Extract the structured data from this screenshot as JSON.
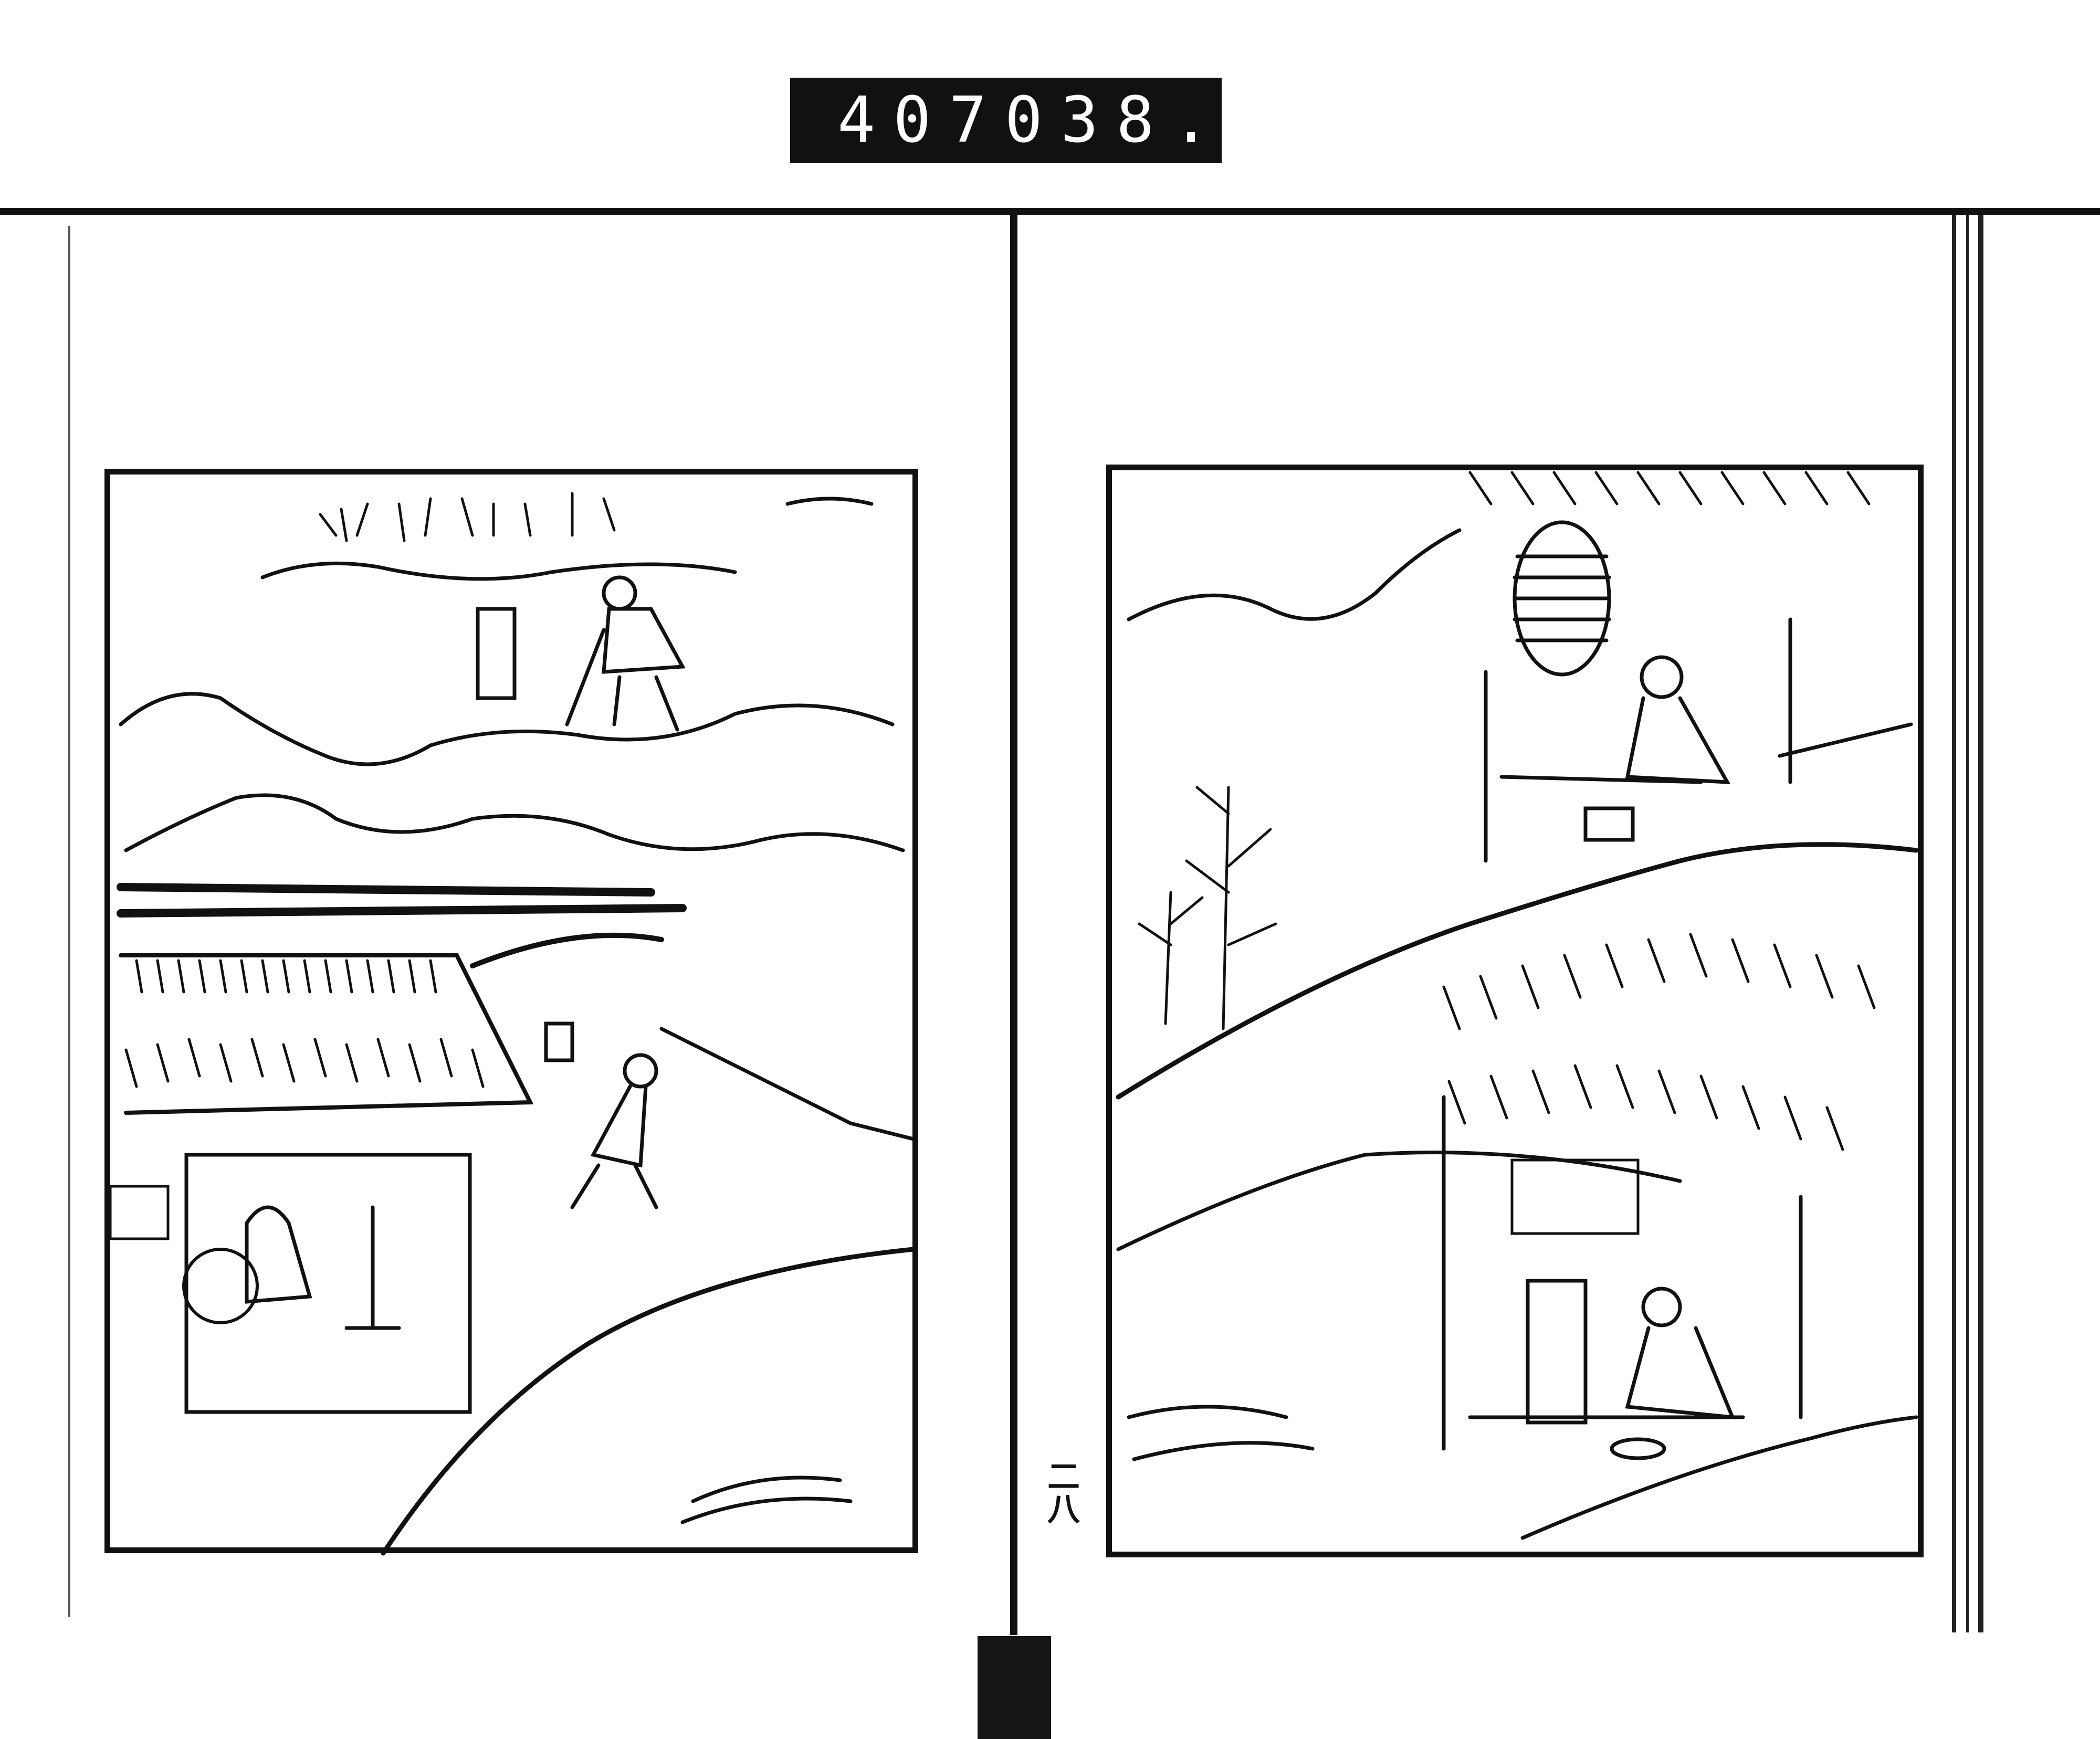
{
  "scan_label": {
    "left_number": "407",
    "right_number": "038."
  },
  "page_number": "二八",
  "illustrations": {
    "left": "woodblock-print-village-scene",
    "right": "woodblock-print-hillside-house-scene"
  }
}
